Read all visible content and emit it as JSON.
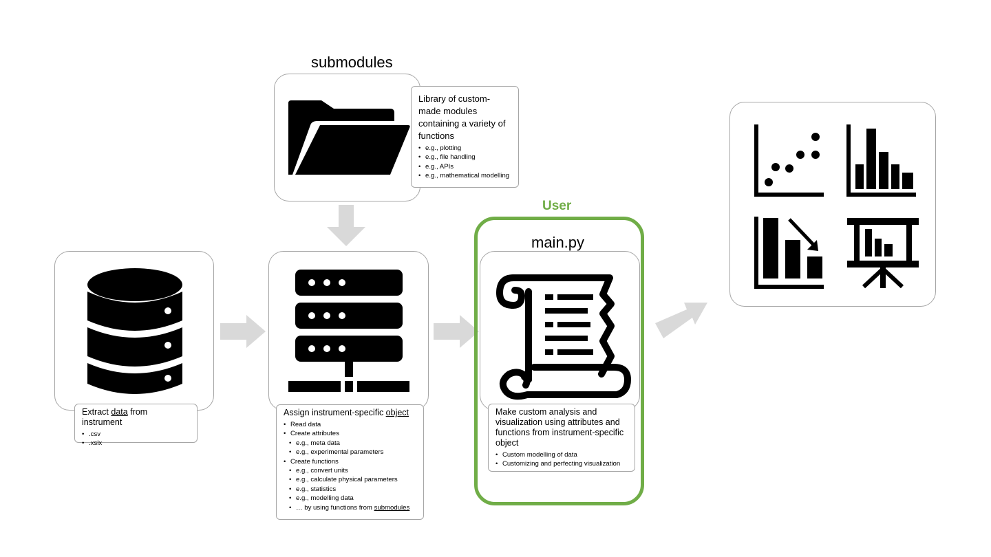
{
  "submodules": {
    "title": "submodules",
    "icon": "folder-icon",
    "description": {
      "heading": "Library of custom-made modules containing a variety of functions",
      "items": [
        "e.g., plotting",
        "e.g., file handling",
        "e.g., APIs",
        "e.g., mathematical modelling"
      ]
    }
  },
  "data_source": {
    "icon": "database-icon",
    "heading_before": "Extract ",
    "heading_link": "data",
    "heading_after": " from instrument",
    "items": [
      ".csv",
      ".xslx"
    ]
  },
  "instrument_object": {
    "icon": "server-network-icon",
    "heading_before": "Assign instrument-specific ",
    "heading_link": "object",
    "items": [
      {
        "text": "Read data",
        "level": 0
      },
      {
        "text": "Create attributes",
        "level": 0
      },
      {
        "text": "e.g., meta data",
        "level": 1
      },
      {
        "text": "e.g., experimental parameters",
        "level": 1
      },
      {
        "text": "Create functions",
        "level": 0
      },
      {
        "text": "e.g., convert units",
        "level": 1
      },
      {
        "text": "e.g., calculate physical parameters",
        "level": 1
      },
      {
        "text": "e.g., statistics",
        "level": 1
      },
      {
        "text": "e.g., modelling data",
        "level": 1
      }
    ],
    "last_item_before": "… by using functions from ",
    "last_item_link": "submodules"
  },
  "user": {
    "label": "User",
    "title": "main.py",
    "icon": "script-scroll-icon",
    "heading": "Make custom analysis and visualization using attributes and functions from instrument-specific object",
    "items": [
      "Custom modelling of data",
      "Customizing and perfecting visualization"
    ]
  },
  "output": {
    "icons": [
      "scatter-plot-icon",
      "bar-chart-icon",
      "declining-bar-chart-icon",
      "presentation-board-icon"
    ]
  },
  "colors": {
    "accent_green": "#70ad47",
    "arrow_gray": "#d9d9d9",
    "border_gray": "#a6a6a6",
    "icon_black": "#000000"
  }
}
